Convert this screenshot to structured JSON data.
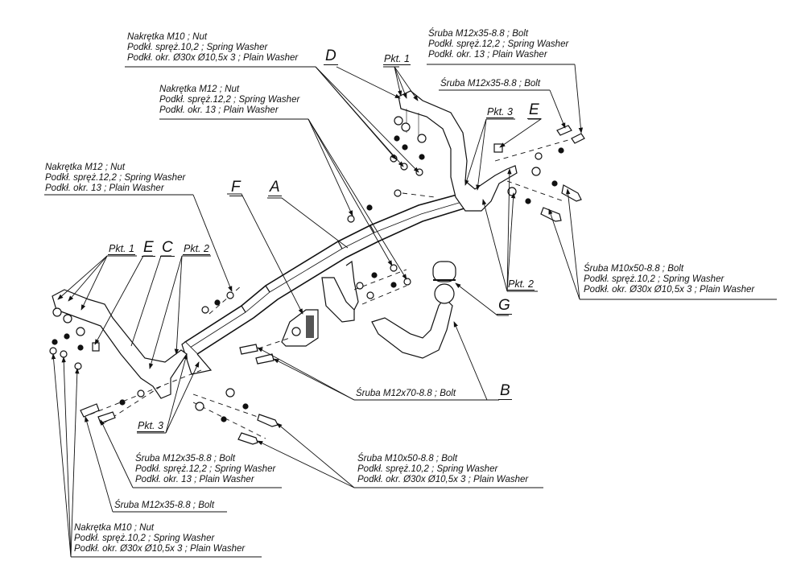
{
  "diagram": {
    "title": "Tow bar exploded assembly diagram",
    "part_letters": {
      "A": "A",
      "B": "B",
      "C": "C",
      "D": "D",
      "E_left": "E",
      "E_right": "E",
      "F": "F",
      "G": "G"
    },
    "points": {
      "pkt1_left": "Pkt. 1",
      "pkt1_top": "Pkt. 1",
      "pkt2_left": "Pkt. 2",
      "pkt2_right": "Pkt. 2",
      "pkt3_left": "Pkt. 3",
      "pkt3_right": "Pkt. 3"
    },
    "callouts": {
      "top_left_nut_m10": [
        "Nakrętka  M10 ; Nut",
        "Podkł. spręż.10,2 ; Spring Washer",
        "Podkł. okr.  Ø30x Ø10,5x 3 ; Plain Washer"
      ],
      "top_mid_nut_m12": [
        "Nakrętka  M12 ; Nut",
        "Podkł. spręż.12,2 ; Spring Washer",
        "Podkł. okr. 13 ; Plain Washer"
      ],
      "left_nut_m12": [
        "Nakrętka  M12 ; Nut",
        "Podkł. spręż.12,2 ; Spring Washer",
        "Podkł. okr. 13 ; Plain Washer"
      ],
      "top_right_bolt_m12": [
        "Śruba M12x35-8.8 ;  Bolt",
        "Podkł. spręż.12,2 ; Spring Washer",
        "Podkł. okr. 13 ; Plain Washer"
      ],
      "right_bolt_m12_single": [
        "Śruba M12x35-8.8 ;  Bolt"
      ],
      "right_bolt_m10": [
        "Śruba M10x50-8.8 ;  Bolt",
        "Podkł. spręż.10,2 ; Spring Washer",
        "Podkł. okr.  Ø30x Ø10,5x 3 ; Plain Washer"
      ],
      "mid_bolt_m12x70": [
        "Śruba M12x70-8.8 ;  Bolt"
      ],
      "bottom_left_bolt_m12": [
        "Śruba M12x35-8.8 ;  Bolt",
        "Podkł. spręż.12,2 ; Spring Washer",
        "Podkł. okr. 13 ; Plain Washer"
      ],
      "bottom_mid_bolt_m10": [
        "Śruba M10x50-8.8 ;  Bolt",
        "Podkł. spręż.10,2 ; Spring Washer",
        "Podkł. okr.  Ø30x Ø10,5x 3 ; Plain Washer"
      ],
      "bottom_left_bolt_m12_single": [
        "Śruba M12x35-8.8 ;  Bolt"
      ],
      "bottom_nut_m10": [
        "Nakrętka  M10 ; Nut",
        "Podkł. spręż.10,2 ; Spring Washer",
        "Podkł. okr.  Ø30x Ø10,5x 3 ; Plain Washer"
      ]
    }
  }
}
